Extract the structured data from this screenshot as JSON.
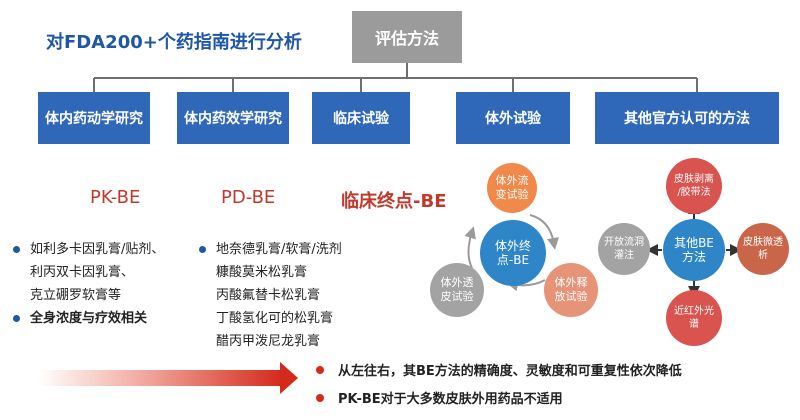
{
  "title": "对FDA200+个药指南进行分析",
  "root": "评估方法",
  "categories": [
    "体内药动学研究",
    "体内药效学研究",
    "临床试验",
    "体外试验",
    "其他官方认可的方法"
  ],
  "be_labels": [
    "PK-BE",
    "PD-BE",
    "临床终点-BE"
  ],
  "pk_list": [
    {
      "dot": true,
      "text": "如利多卡因乳膏/贴剂、"
    },
    {
      "dot": false,
      "text": "利丙双卡因乳膏、"
    },
    {
      "dot": false,
      "text": "克立硼罗软膏等"
    },
    {
      "dot": true,
      "text": "全身浓度与疗效相关"
    }
  ],
  "pd_list": [
    {
      "dot": true,
      "text": "地奈德乳膏/软膏/洗剂"
    },
    {
      "dot": false,
      "text": "糠酸莫米松乳膏"
    },
    {
      "dot": false,
      "text": "丙酸氟替卡松乳膏"
    },
    {
      "dot": false,
      "text": "丁酸氢化可的松乳膏"
    },
    {
      "dot": false,
      "text": "醋丙甲泼尼龙乳膏"
    }
  ],
  "in_vitro": {
    "center": [
      "体外终",
      "点-BE"
    ],
    "top": [
      "体外流",
      "变试验"
    ],
    "left": [
      "体外透",
      "皮试验"
    ],
    "right": [
      "体外释",
      "放试验"
    ]
  },
  "other_methods": {
    "center": [
      "其他BE",
      "方法"
    ],
    "top": [
      "皮肤剥离",
      "/胶带法"
    ],
    "left": [
      "开放流洞",
      "灌注"
    ],
    "right": [
      "皮肤微透",
      "析"
    ],
    "bottom": [
      "近红外光",
      "谱"
    ]
  },
  "notes": [
    "从左往右，其BE方法的精确度、灵敏度和可重复性依次降低",
    "PK-BE对于大多数皮肤外用药品不适用"
  ],
  "colors": {
    "primary_blue": "#2f68b8",
    "title_blue": "#1f56a6",
    "root_gray": "#9b9b9b",
    "be_red": "#c0392b",
    "orange": "#f0894a",
    "center_blue": "#2e86c9",
    "gray_circle": "#a3a3a3",
    "salmon": "#e79377",
    "arrow_red": "#d42a1c"
  }
}
